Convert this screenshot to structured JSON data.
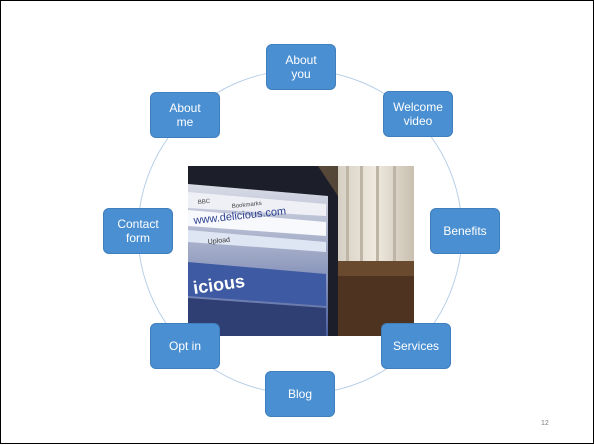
{
  "diagram": {
    "nodes": [
      {
        "id": "about-you",
        "label": "About\nyou"
      },
      {
        "id": "welcome-video",
        "label": "Welcome\nvideo"
      },
      {
        "id": "benefits",
        "label": "Benefits"
      },
      {
        "id": "services",
        "label": "Services"
      },
      {
        "id": "blog",
        "label": "Blog"
      },
      {
        "id": "opt-in",
        "label": "Opt in"
      },
      {
        "id": "contact-form",
        "label": "Contact\nform"
      },
      {
        "id": "about-me",
        "label": "About\nme"
      }
    ],
    "node_color": "#4a8fd1",
    "ring_color": "#b9cfe8"
  },
  "photo": {
    "browser_text": [
      "www.delicious.com",
      "Upload",
      "icious",
      "BBC",
      "Bookmarks"
    ]
  },
  "slide": {
    "page_number": "12"
  }
}
